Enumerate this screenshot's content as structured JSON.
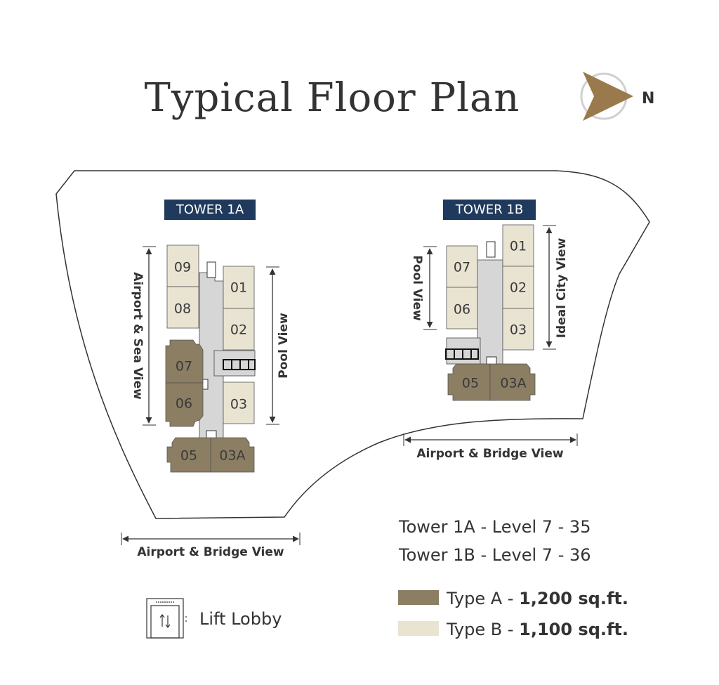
{
  "title": "Typical Floor Plan",
  "compass": {
    "label": "N",
    "icon": "north-arrow-icon"
  },
  "colors": {
    "type_a": "#8b7e63",
    "type_b": "#e9e3d2",
    "tower_label_bg": "#1f3a5c",
    "corridor": "#d6d6d6",
    "compass": "#9a7a4c"
  },
  "tower_1a": {
    "label": "TOWER 1A",
    "units": {
      "u09": "09",
      "u08": "08",
      "u01": "01",
      "u02": "02",
      "u07": "07",
      "u06": "06",
      "u03": "03",
      "u05": "05",
      "u03a": "03A"
    },
    "views": {
      "left": "Airport & Sea View",
      "right": "Pool View",
      "bottom": "Airport & Bridge View"
    }
  },
  "tower_1b": {
    "label": "TOWER 1B",
    "units": {
      "u07": "07",
      "u06": "06",
      "u01": "01",
      "u02": "02",
      "u03": "03",
      "u05": "05",
      "u03a": "03A"
    },
    "views": {
      "left": "Pool View",
      "right": "Ideal City View",
      "bottom": "Airport & Bridge View"
    }
  },
  "levels": [
    "Tower 1A - Level 7 - 35",
    "Tower 1B - Level 7 - 36"
  ],
  "legend": {
    "type_a": {
      "label": "Type A - ",
      "size": "1,200 sq.ft."
    },
    "type_b": {
      "label": "Type B - ",
      "size": "1,100 sq.ft."
    },
    "lift_lobby": "Lift Lobby"
  }
}
